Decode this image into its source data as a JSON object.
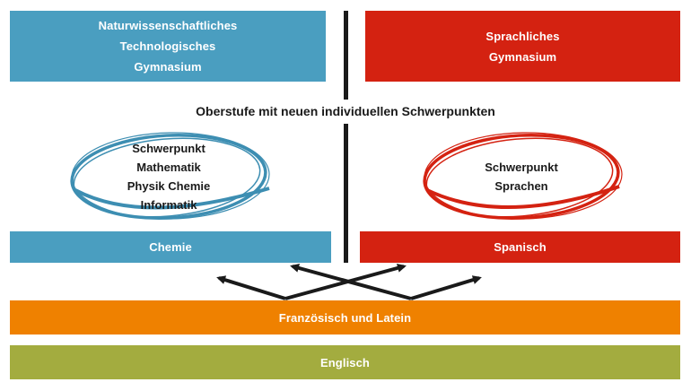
{
  "colors": {
    "blue": "#4a9ec0",
    "red": "#d42211",
    "orange": "#ef8100",
    "green": "#a3ac3f",
    "dark": "#1a1a1a"
  },
  "left_school": {
    "lines": [
      "Naturwissenschaftliches",
      "Technologisches",
      "Gymnasium"
    ]
  },
  "right_school": {
    "lines": [
      "Sprachliches",
      "Gymnasium"
    ]
  },
  "center_label": "Oberstufe mit neuen individuellen Schwerpunkten",
  "left_focus": {
    "lines": [
      "Schwerpunkt",
      "Mathematik",
      "Physik Chemie",
      "Informatik"
    ]
  },
  "right_focus": {
    "lines": [
      "Schwerpunkt",
      "Sprachen"
    ]
  },
  "left_subject": "Chemie",
  "right_subject": "Spanisch",
  "shared_languages": "Französisch und Latein",
  "base_language": "Englisch"
}
